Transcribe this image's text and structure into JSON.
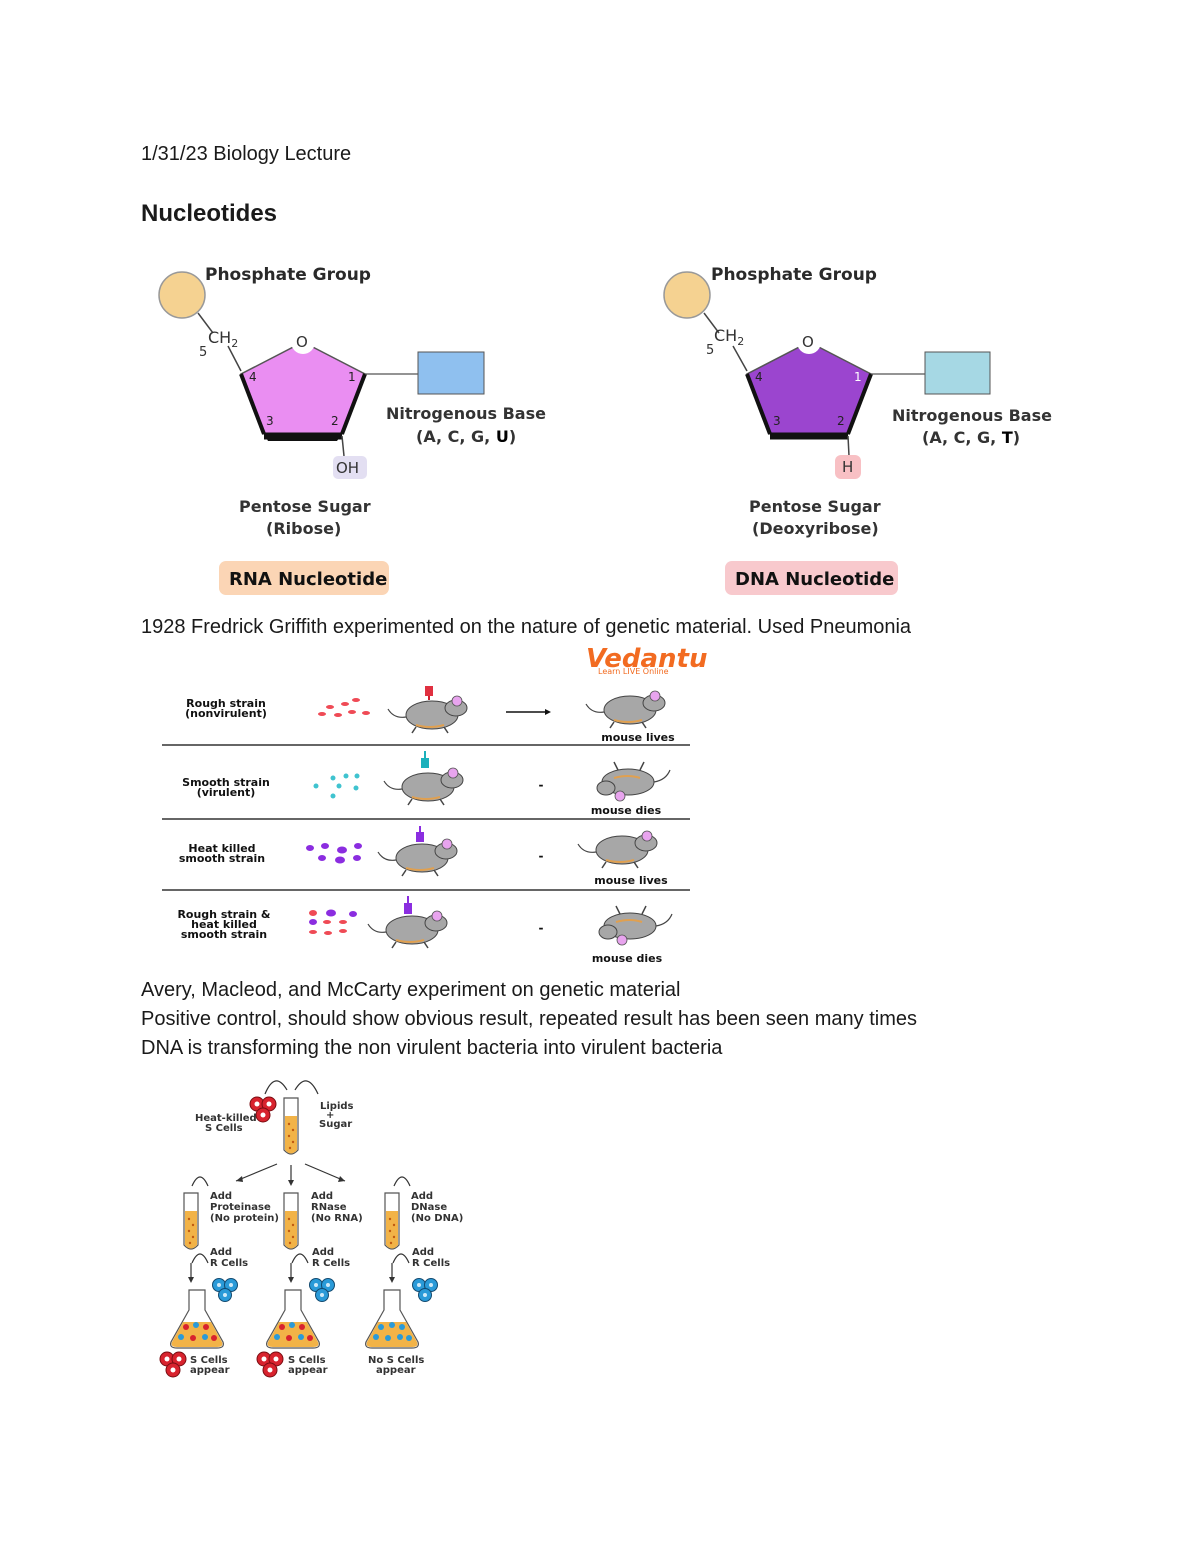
{
  "doc": {
    "date_line": "1/31/23 Biology Lecture",
    "heading": "Nucleotides",
    "griffith_line": "1928 Fredrick Griffith experimented on the nature of genetic material. Used Pneumonia",
    "avery_line": "Avery, Macleod, and McCarty experiment on genetic material",
    "control_line": "Positive control, should show obvious result, repeated result has been seen many times",
    "dna_line": "DNA is transforming the non virulent bacteria into virulent bacteria"
  },
  "rna": {
    "phosphate": "Phosphate Group",
    "ch2": "CH",
    "ch2_sub": "2",
    "c5": "5",
    "o": "O",
    "c1": "1",
    "c2": "2",
    "c3": "3",
    "c4": "4",
    "oh": "OH",
    "base_title": "Nitrogenous Base",
    "base_letters": "(A, C, G, ",
    "base_special": "U",
    "base_close": ")",
    "sugar_title": "Pentose Sugar",
    "sugar_name": "(Ribose)",
    "badge": "RNA Nucleotide",
    "colors": {
      "pentagon": "#ea8ef2",
      "badge": "#fbd5b5",
      "base": "#8fc0ef",
      "group": "#e3dff2"
    }
  },
  "dna": {
    "phosphate": "Phosphate Group",
    "ch2": "CH",
    "ch2_sub": "2",
    "c5": "5",
    "o": "O",
    "c1": "1",
    "c2": "2",
    "c3": "3",
    "c4": "4",
    "h": "H",
    "base_title": "Nitrogenous Base",
    "base_letters": "(A, C, G, ",
    "base_special": "T",
    "base_close": ")",
    "sugar_title": "Pentose Sugar",
    "sugar_name": "(Deoxyribose)",
    "badge": "DNA Nucleotide",
    "colors": {
      "pentagon": "#9b45cf",
      "badge": "#f8c9cd",
      "base": "#a6d8e4",
      "group": "#f8c0c4"
    }
  },
  "griffith": {
    "logo": "Vedantu",
    "logo_tag": "Learn LIVE Online",
    "rows": [
      {
        "label1": "Rough strain",
        "label2": "(nonvirulent)",
        "outcome": "mouse lives"
      },
      {
        "label1": "Smooth strain",
        "label2": "(virulent)",
        "outcome": "mouse dies"
      },
      {
        "label1": "Heat killed",
        "label2": "smooth strain",
        "outcome": "mouse lives"
      },
      {
        "label1": "Rough strain &",
        "label2": "heat killed",
        "label3": "smooth strain",
        "outcome": "mouse dies"
      }
    ]
  },
  "avery": {
    "heat_killed1": "Heat-killed",
    "heat_killed2": "S Cells",
    "lipids1": "Lipids",
    "lipids2": "+",
    "lipids3": "Sugar",
    "tubes": [
      {
        "add1": "Add",
        "add2": "Proteinase",
        "add3": "(No protein)",
        "r1": "Add",
        "r2": "R Cells",
        "res1": "S Cells",
        "res2": "appear"
      },
      {
        "add1": "Add",
        "add2": "RNase",
        "add3": "(No RNA)",
        "r1": "Add",
        "r2": "R Cells",
        "res1": "S Cells",
        "res2": "appear"
      },
      {
        "add1": "Add",
        "add2": "DNase",
        "add3": "(No DNA)",
        "r1": "Add",
        "r2": "R Cells",
        "res1": "No S Cells",
        "res2": "appear"
      }
    ]
  }
}
